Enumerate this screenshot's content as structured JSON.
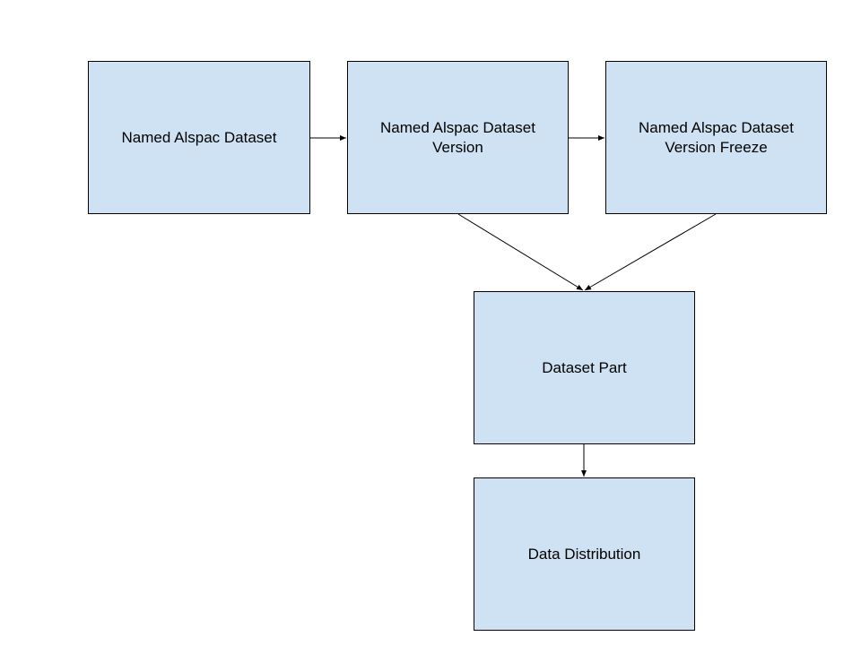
{
  "diagram": {
    "nodes": [
      {
        "id": "named-dataset",
        "label": "Named Alspac Dataset"
      },
      {
        "id": "dataset-version",
        "label": "Named Alspac Dataset\nVersion"
      },
      {
        "id": "version-freeze",
        "label": "Named Alspac Dataset\nVersion Freeze"
      },
      {
        "id": "dataset-part",
        "label": "Dataset Part"
      },
      {
        "id": "data-distribution",
        "label": "Data Distribution"
      }
    ],
    "edges": [
      {
        "from": "named-dataset",
        "to": "dataset-version"
      },
      {
        "from": "dataset-version",
        "to": "version-freeze"
      },
      {
        "from": "dataset-version",
        "to": "dataset-part"
      },
      {
        "from": "version-freeze",
        "to": "dataset-part"
      },
      {
        "from": "dataset-part",
        "to": "data-distribution"
      }
    ],
    "colors": {
      "node_fill": "#cfe2f3",
      "node_border": "#000000",
      "edge": "#000000"
    }
  }
}
